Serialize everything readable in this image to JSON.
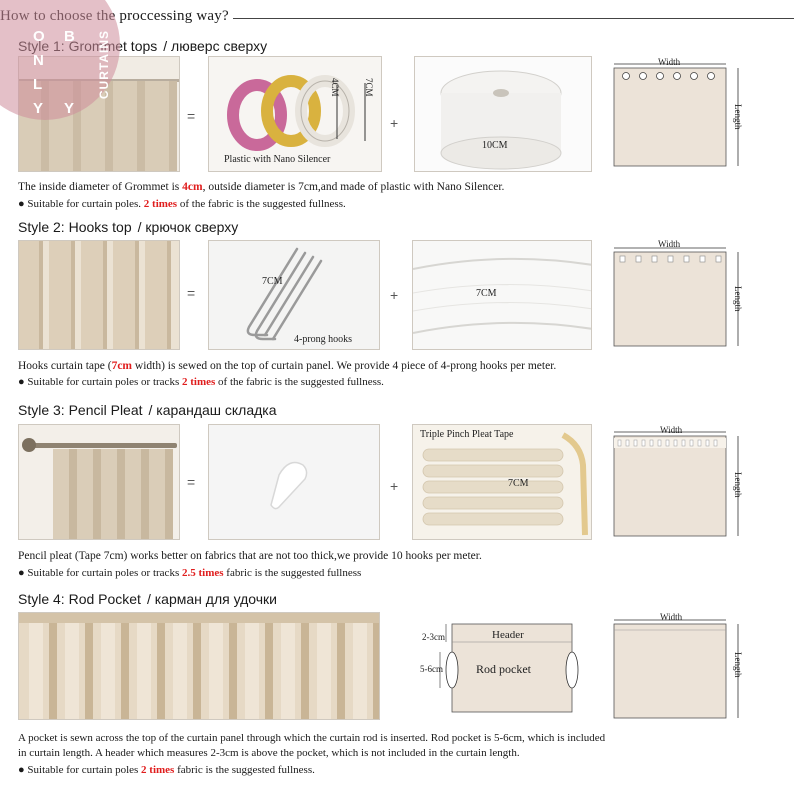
{
  "page_title": "How to choose the proccessing way?",
  "watermark": {
    "letters": [
      "O",
      "N",
      "L",
      "Y"
    ],
    "letters2": [
      "B",
      "Y"
    ],
    "word": "CURTAINS"
  },
  "styles": [
    {
      "heading": "Style 1: Grommet tops",
      "heading_ru": "/ люверс сверху",
      "ring_caption": "Plastic with Nano Silencer",
      "ring_dim1": "4CM",
      "ring_dim2": "7CM",
      "tape_caption": "10CM",
      "diagram": {
        "width_label": "Width",
        "length_label": "Length"
      },
      "desc": {
        "a": "The inside diameter of Grommet is ",
        "b": "4cm",
        "c": ", outside diameter is 7cm,and made of  plastic with Nano Silencer."
      },
      "bullet": {
        "a": "Suitable for curtain poles. ",
        "b": "2 times",
        "c": " of the fabric is the suggested fullness."
      }
    },
    {
      "heading": "Style 2: Hooks top",
      "heading_ru": "/ крючок сверху",
      "hook_caption": "4-prong hooks",
      "hook_dim": "7CM",
      "tape_dim": "7CM",
      "diagram": {
        "width_label": "Width",
        "length_label": "Length"
      },
      "desc": {
        "a": "Hooks curtain tape (",
        "b": "7cm",
        "c": " width) is sewed on the top of curtain panel. We provide 4 piece of 4-prong hooks per meter."
      },
      "bullet": {
        "a": "Suitable for curtain poles or tracks ",
        "b": "2 times",
        "c": " of the fabric is the suggested fullness."
      }
    },
    {
      "heading": "Style 3: Pencil Pleat",
      "heading_ru": "/ карандаш складка",
      "tape_caption": "Triple Pinch Pleat Tape",
      "tape_dim": "7CM",
      "diagram": {
        "width_label": "Width",
        "length_label": "Length"
      },
      "desc": {
        "a": "Pencil pleat (Tape 7cm) works better on fabrics that are not too thick,we provide 10 hooks per meter.",
        "b": "",
        "c": ""
      },
      "bullet": {
        "a": "Suitable for curtain poles or tracks ",
        "b": "2.5 times",
        "c": " fabric is the suggested fullness"
      }
    },
    {
      "heading": "Style 4: Rod Pocket",
      "heading_ru": "/ карман для удочки",
      "pocket": {
        "header": "Header",
        "rod_pocket": "Rod pocket",
        "dim_header": "2-3cm",
        "dim_pocket": "5-6cm"
      },
      "diagram": {
        "width_label": "Width",
        "length_label": "Length"
      },
      "desc1": "A pocket is sewn across the top of the curtain panel through which the curtain rod is inserted. Rod pocket is 5-6cm, which is included",
      "desc2": "in curtain length. A header which measures 2-3cm is above the pocket, which is not included in the curtain length.",
      "bullet": {
        "a": "Suitable for curtain poles ",
        "b": "2 times",
        "c": " fabric is the suggested fullness."
      }
    }
  ],
  "operators": {
    "equals": "=",
    "plus": "+"
  },
  "bullet_glyph": "●",
  "colors": {
    "accent_red": "#e01d1d",
    "fabric": "#e2d6c4",
    "diagram_fill": "#ece3d8"
  }
}
